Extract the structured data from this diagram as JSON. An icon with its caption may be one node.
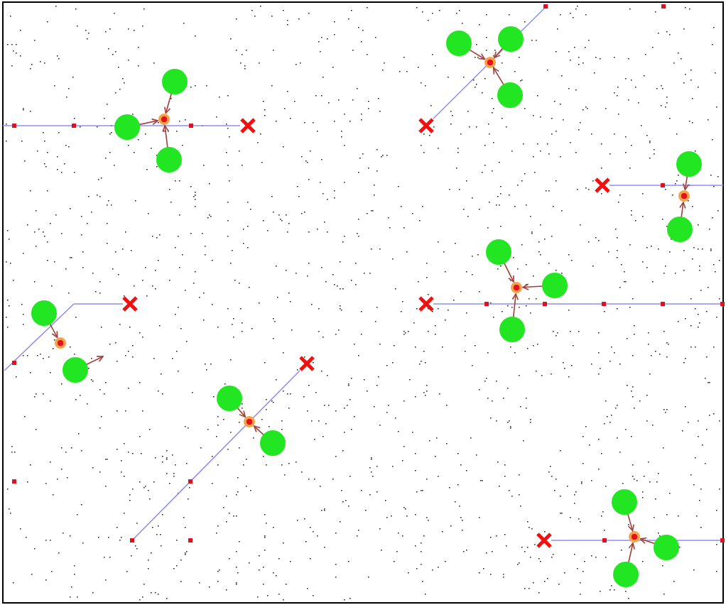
{
  "diagram": {
    "nodes": [
      {
        "text": [],
        "shape": "circle"
      },
      {
        "text": [],
        "shape": "circle"
      },
      {
        "text": [],
        "shape": "circle"
      },
      {
        "text": [],
        "shape": "circle"
      },
      {
        "text": [],
        "shape": "circle"
      },
      {
        "text": [],
        "shape": "circle"
      },
      {
        "text": [],
        "shape": "circle"
      },
      {
        "text": [],
        "shape": "circle"
      },
      {
        "text": [],
        "shape": "circle"
      },
      {
        "text": [],
        "shape": "circle"
      },
      {
        "text": [],
        "shape": "circle"
      },
      {
        "text": [],
        "shape": "circle"
      },
      {
        "text": [],
        "shape": "circle"
      },
      {
        "text": [],
        "shape": "circle"
      },
      {
        "text": [],
        "shape": "circle"
      },
      {
        "text": [],
        "shape": "circle"
      },
      {
        "text": [],
        "shape": "circle"
      },
      {
        "text": [],
        "shape": "circle"
      },
      {
        "text": [],
        "shape": "circle"
      },
      {
        "text": [],
        "shape": "circle"
      },
      {
        "text": [],
        "shape": "circle"
      },
      {
        "text": [],
        "shape": "circle"
      },
      {
        "text": [],
        "shape": "circle"
      },
      {
        "text": [],
        "shape": "circle"
      },
      {
        "text": [],
        "shape": "circle"
      }
    ],
    "edges": [
      {
        "from": 1,
        "to": 0,
        "arrow": "to"
      },
      {
        "from": 2,
        "to": 0,
        "arrow": "to"
      },
      {
        "from": 3,
        "to": 0,
        "arrow": "to"
      },
      {
        "from": 5,
        "to": 4,
        "arrow": "to"
      },
      {
        "from": 6,
        "to": 4,
        "arrow": "to"
      },
      {
        "from": 7,
        "to": 4,
        "arrow": "to"
      },
      {
        "from": 9,
        "to": 8,
        "arrow": "to"
      },
      {
        "from": 10,
        "to": 8,
        "arrow": "to"
      },
      {
        "from": 12,
        "to": 11,
        "arrow": "to"
      },
      {
        "from": 13,
        "to": 11,
        "arrow": "to"
      },
      {
        "from": 14,
        "to": 11,
        "arrow": "to"
      },
      {
        "from": 16,
        "to": 15,
        "arrow": "to"
      },
      {
        "from": 17,
        "to": null,
        "arrow": "to"
      },
      {
        "from": 19,
        "to": 18,
        "arrow": "to"
      },
      {
        "from": 20,
        "to": 18,
        "arrow": "to"
      },
      {
        "from": 22,
        "to": 21,
        "arrow": "to"
      },
      {
        "from": 23,
        "to": 21,
        "arrow": "to"
      },
      {
        "from": 24,
        "to": 21,
        "arrow": "to"
      }
    ]
  }
}
